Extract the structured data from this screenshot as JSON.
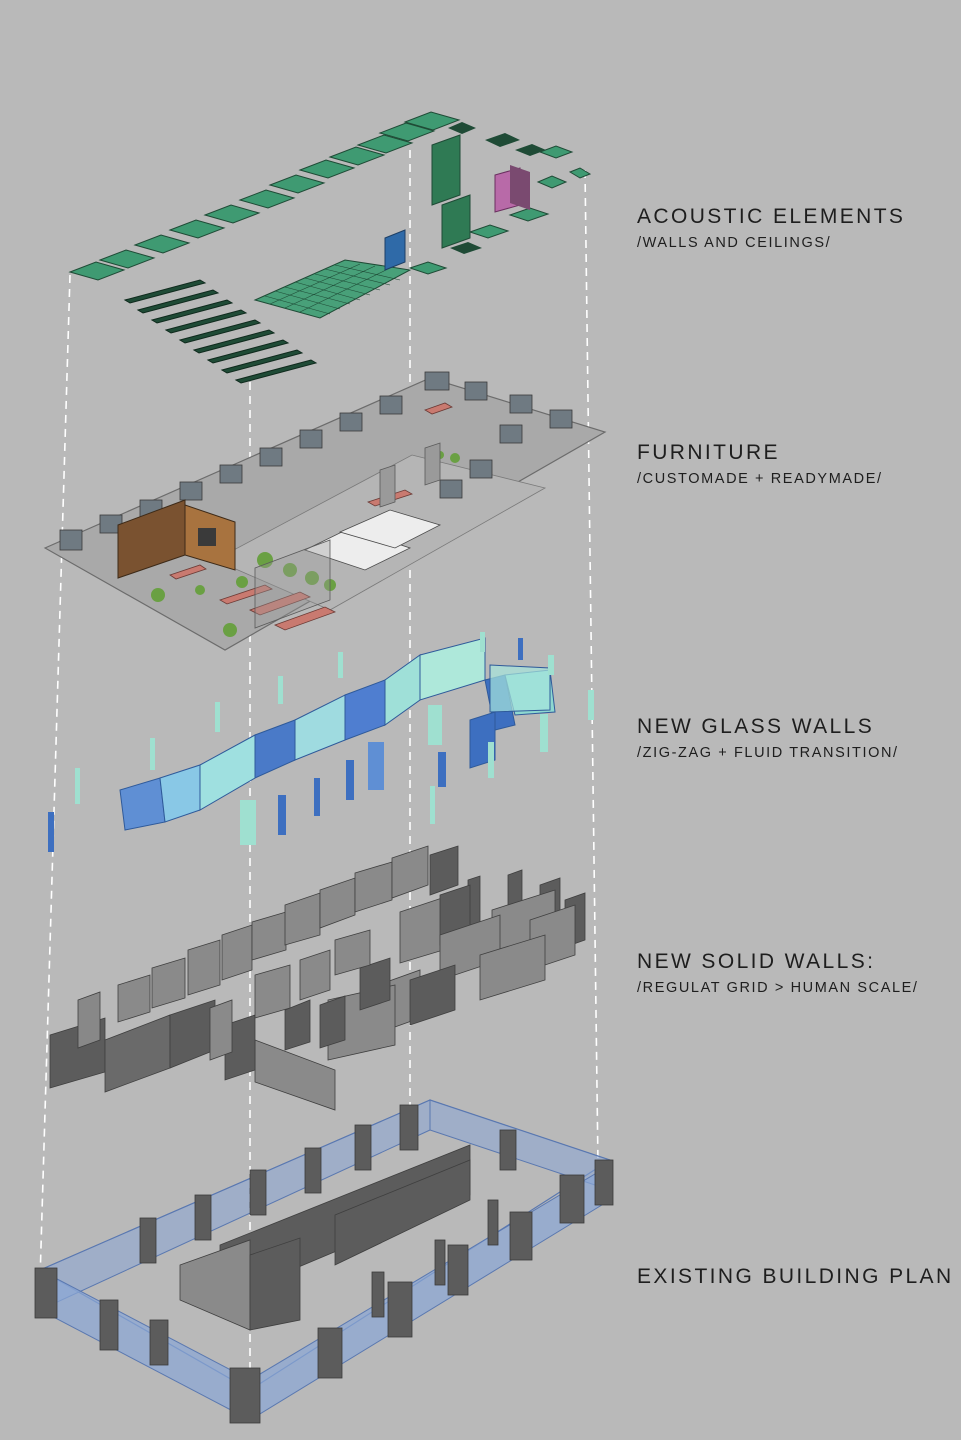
{
  "colors": {
    "background": "#b9b9b9",
    "acoustic": "#3f9a72",
    "acoustic_dark": "#1f4b36",
    "glass_light": "#8fe0cf",
    "glass_blue": "#3f67b8",
    "solid_wall": "#5c5c5c",
    "solid_wall_light": "#8a8a8a",
    "existing_glass": "#8aa6d6",
    "guide_line": "#ffffff"
  },
  "layers": [
    {
      "title": "ACOUSTIC ELEMENTS",
      "subtitle": " /WALLS AND CEILINGS/"
    },
    {
      "title": "FURNITURE",
      "subtitle": "/CUSTOMADE + READYMADE/"
    },
    {
      "title": "NEW GLASS WALLS",
      "subtitle": "/ZIG-ZAG + FLUID TRANSITION/"
    },
    {
      "title": "NEW SOLID WALLS:",
      "subtitle": "/REGULAT GRID > HUMAN SCALE/"
    },
    {
      "title": "EXISTING BUILDING PLAN",
      "subtitle": ""
    }
  ]
}
